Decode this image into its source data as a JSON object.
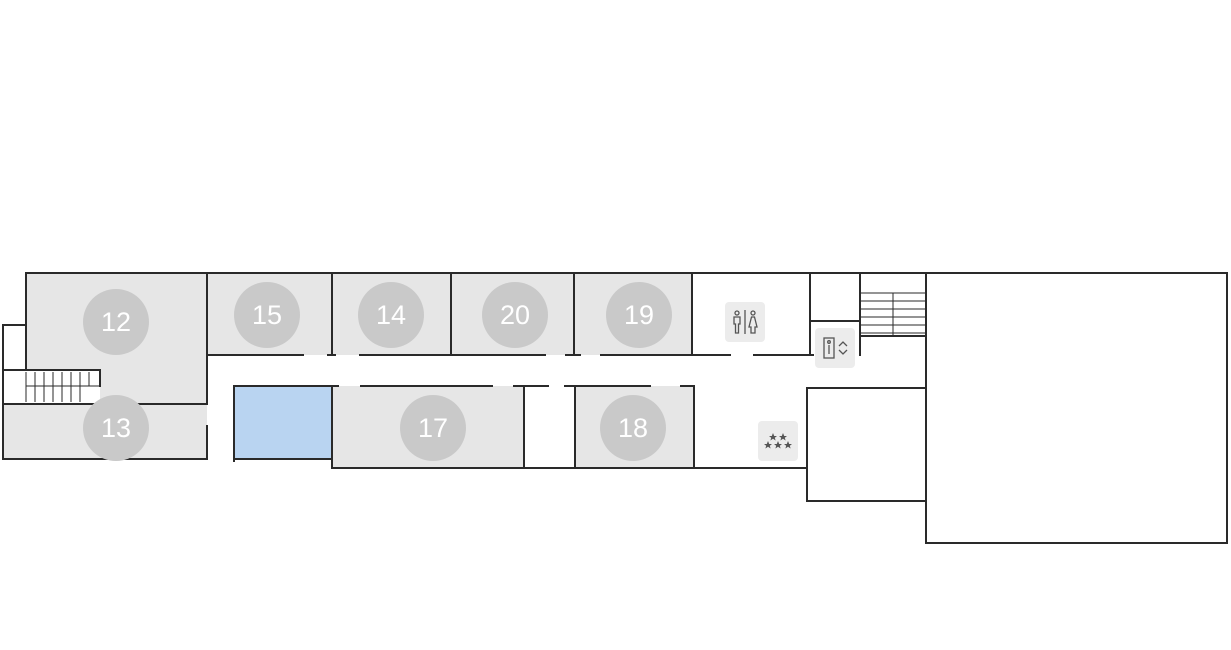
{
  "floor_plan": {
    "rooms": [
      {
        "id": "12",
        "label": "12"
      },
      {
        "id": "13",
        "label": "13"
      },
      {
        "id": "15",
        "label": "15"
      },
      {
        "id": "14",
        "label": "14"
      },
      {
        "id": "20",
        "label": "20"
      },
      {
        "id": "19",
        "label": "19"
      },
      {
        "id": "17",
        "label": "17"
      },
      {
        "id": "18",
        "label": "18"
      }
    ],
    "highlight_color": "#b9d4f1",
    "room_color": "#e6e6e6",
    "badge_color": "#c9c9c9",
    "amenities": [
      {
        "name": "restroom-icon"
      },
      {
        "name": "elevator-icon"
      },
      {
        "name": "stars-icon"
      }
    ]
  }
}
